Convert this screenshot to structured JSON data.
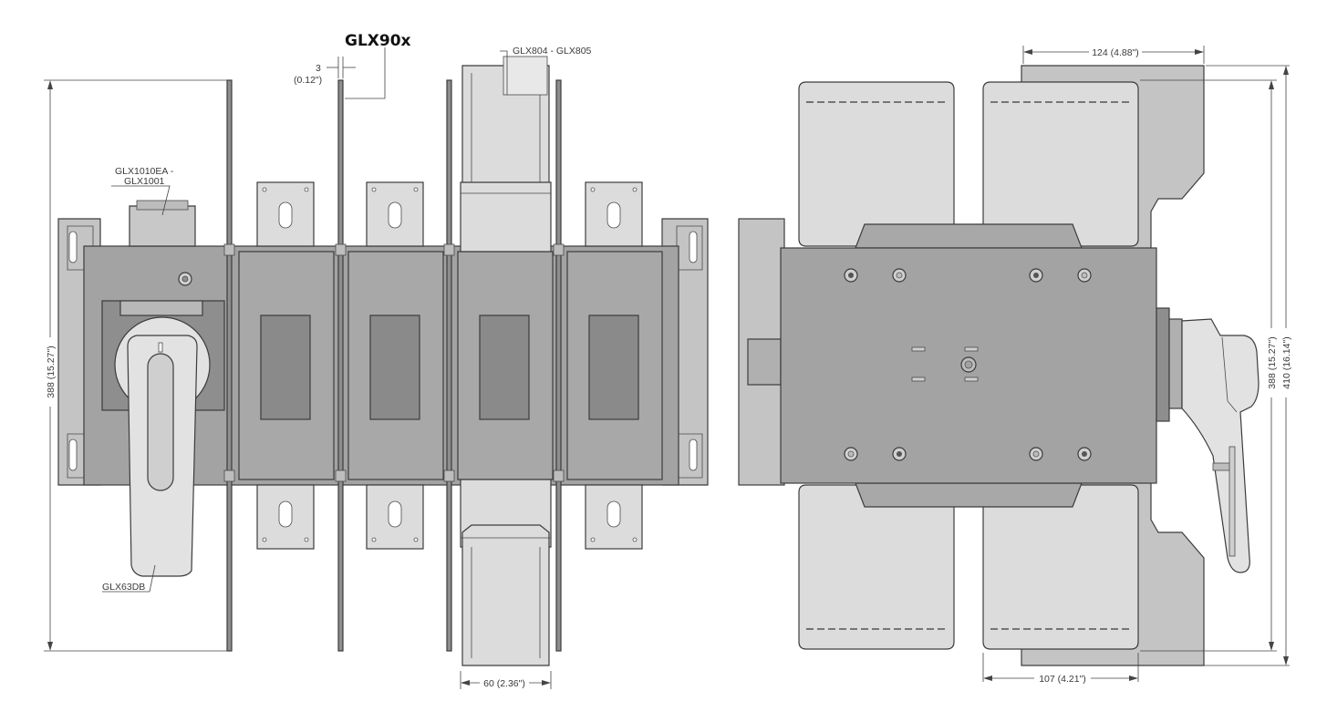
{
  "diagram": {
    "colors": {
      "body": "#a3a3a3",
      "body_dark": "#8e8e8e",
      "light_part": "#dcdcdc",
      "medium_part": "#c4c4c4",
      "handle": "#e2e2e2",
      "window": "#8a8a8a",
      "line": "#3c3c3c"
    },
    "labels": {
      "title": "GLX90x",
      "terminal_cover": "GLX804 - GLX805",
      "aux_contact_line1": "GLX1010EA -",
      "aux_contact_line2": "GLX1001",
      "handle": "GLX63DB"
    },
    "dimensions": {
      "shaft_thickness_value": "3",
      "shaft_thickness_inch": "(0.12\")",
      "front_height": "388 (15.27\")",
      "cover_width": "60 (2.36\")",
      "side_top_width": "124 (4.88\")",
      "side_bottom_width": "107 (4.21\")",
      "side_height_inner": "388 (15.27\")",
      "side_height_outer": "410 (16.14\")"
    }
  }
}
